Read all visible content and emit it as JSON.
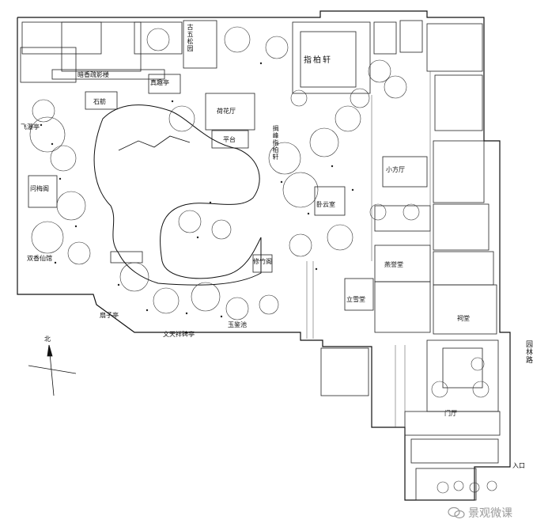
{
  "labels": {
    "huaxiang": "暗香疏影楼",
    "zhenqu": "真趣亭",
    "shifang": "石舫",
    "hehua": "荷花厅",
    "pingtai": "平台",
    "feipu": "飞瀑亭",
    "wenmei": "问梅阁",
    "zhishan": "指柏轩",
    "xiaofang": "小方厅",
    "yanyu": "燕誉堂",
    "lixue": "立雪堂",
    "citang": "祠堂",
    "menting": "门厅",
    "wentian": "文天祥碑亭",
    "xiangzi": "扇子亭",
    "yuzan": "玉鉴池",
    "sanyin": "双香仙馆",
    "wanxiao": "卧云室",
    "ruyi": "修竹阁",
    "gufu": "古五松园",
    "lanyang": "揖峰指柏轩",
    "entrance": "入口",
    "road": "园林路",
    "north": "北",
    "watermark": "景观微课"
  }
}
